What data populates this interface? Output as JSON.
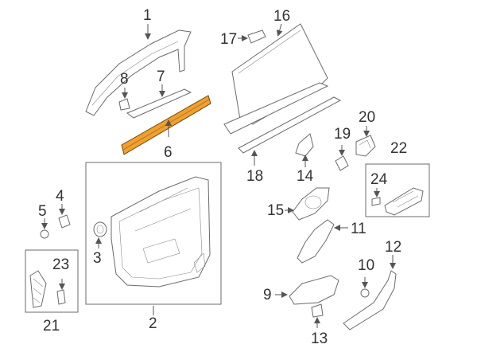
{
  "highlight_color": "#f0a030",
  "callouts": [
    {
      "id": "1",
      "label": "1"
    },
    {
      "id": "2",
      "label": "2"
    },
    {
      "id": "3",
      "label": "3"
    },
    {
      "id": "4",
      "label": "4"
    },
    {
      "id": "5",
      "label": "5"
    },
    {
      "id": "6",
      "label": "6",
      "highlighted": true
    },
    {
      "id": "7",
      "label": "7"
    },
    {
      "id": "8",
      "label": "8"
    },
    {
      "id": "9",
      "label": "9"
    },
    {
      "id": "10",
      "label": "10"
    },
    {
      "id": "11",
      "label": "11"
    },
    {
      "id": "12",
      "label": "12"
    },
    {
      "id": "13",
      "label": "13"
    },
    {
      "id": "14",
      "label": "14"
    },
    {
      "id": "15",
      "label": "15"
    },
    {
      "id": "16",
      "label": "16"
    },
    {
      "id": "17",
      "label": "17"
    },
    {
      "id": "18",
      "label": "18"
    },
    {
      "id": "19",
      "label": "19"
    },
    {
      "id": "20",
      "label": "20"
    },
    {
      "id": "21",
      "label": "21"
    },
    {
      "id": "22",
      "label": "22"
    },
    {
      "id": "23",
      "label": "23"
    },
    {
      "id": "24",
      "label": "24"
    }
  ]
}
